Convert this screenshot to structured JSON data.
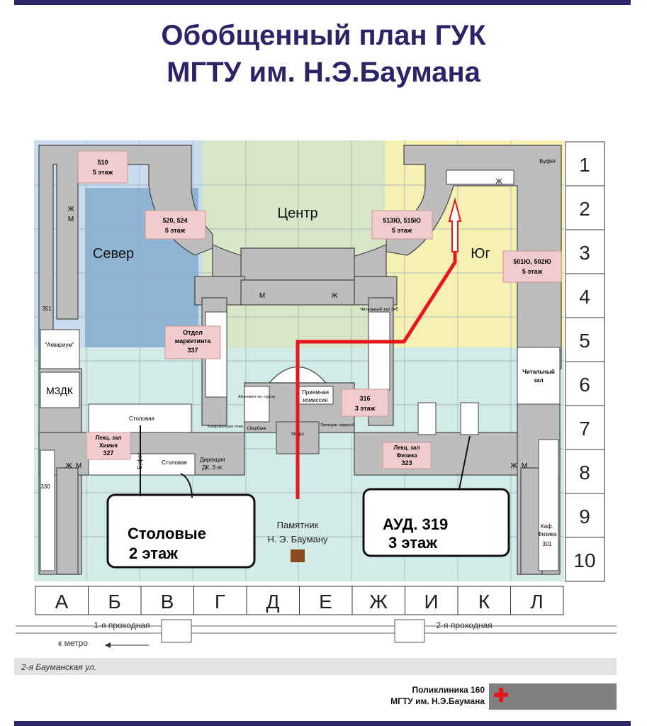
{
  "title": {
    "line1": "Обобщенный план ГУК",
    "line2": "МГТУ им. Н.Э.Баумана"
  },
  "colors": {
    "title": "#2b2466",
    "north": "#8fb3d3",
    "center": "#d6e6c6",
    "south": "#f6f1b2",
    "base": "#d3ebe6",
    "room_box": "#f2cccc",
    "route": "#e8161b"
  },
  "zones": {
    "north": "Север",
    "center": "Центр",
    "south": "Юг"
  },
  "row_labels": [
    "1",
    "2",
    "3",
    "4",
    "5",
    "6",
    "7",
    "8",
    "9",
    "10"
  ],
  "col_labels": [
    "А",
    "Б",
    "В",
    "Г",
    "Д",
    "Е",
    "Ж",
    "И",
    "К",
    "Л"
  ],
  "room_boxes": [
    {
      "name": "room-510",
      "line1": "510",
      "line2": "5 этаж"
    },
    {
      "name": "room-520-524",
      "line1": "520, 524",
      "line2": "5 этаж"
    },
    {
      "name": "room-513-515",
      "line1": "513Ю, 515Ю",
      "line2": "5 этаж"
    },
    {
      "name": "room-501-502",
      "line1": "501Ю, 502Ю",
      "line2": "5 этаж"
    },
    {
      "name": "marketing-dept",
      "line1": "Отдел",
      "line2": "маркетинга",
      "line3": "337"
    },
    {
      "name": "room-316",
      "line1": "316",
      "line2": "3 этаж"
    },
    {
      "name": "lecture-hall-chemistry",
      "line1": "Лекц. зал",
      "line2": "Химия",
      "line3": "327"
    },
    {
      "name": "lecture-hall-physics",
      "line1": "Лекц. зал",
      "line2": "Физика",
      "line3": "323"
    }
  ],
  "small_labels": {
    "aquarium": "\"Аквариум\"",
    "mzdk": "МЗДК",
    "canteen1": "Столовая",
    "canteen2": "Столовая",
    "buffet_left": "Буфет",
    "buffet_top": "Буфет",
    "directorate_1": "Дирекция",
    "directorate_2": "ДК, 3 эт.",
    "reading_room_1": "Читальный",
    "reading_room_2": "зал",
    "reading_hall_345": "Читальный зал 345",
    "admissions_1": "Приемная",
    "admissions_2": "комиссия",
    "subscription": "Абонемент мл. курсов",
    "sberbank": "Сбербанк",
    "metro": "Метро",
    "wardrobe_teachers": "Преподав. гардероб",
    "copy_center": "Копировальная точка",
    "room_351": "351",
    "room_330": "330",
    "room_301_1": "Каф.",
    "room_301_2": "Физика",
    "room_301_3": "301",
    "m": "М",
    "zh": "Ж"
  },
  "monument": {
    "line1": "Памятник",
    "line2": "Н. Э. Бауману"
  },
  "callouts": {
    "canteens": {
      "line1": "Столовые",
      "line2": "2 этаж"
    },
    "auditorium": {
      "line1": "АУД. 319",
      "line2": "3 этаж"
    }
  },
  "street": {
    "entrance1": "1-я проходная",
    "entrance2": "2-я проходная",
    "to_metro": "к метро",
    "street_name": "2-я Бауманская ул."
  },
  "clinic": {
    "line1": "Поликлиника 160",
    "line2": "МГТУ им. Н.Э.Баумана"
  }
}
